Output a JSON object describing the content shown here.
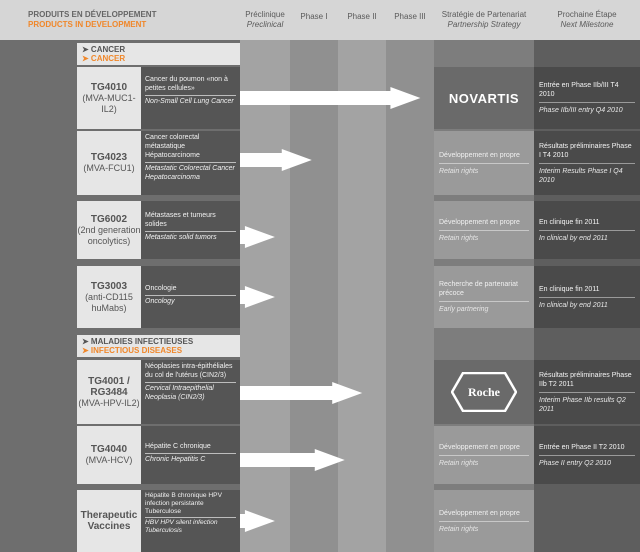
{
  "header": {
    "title_fr": "PRODUITS EN DÉVELOPPEMENT",
    "title_en": "PRODUCTS IN DEVELOPMENT",
    "col_preclinical_fr": "Préclinique",
    "col_preclinical_en": "Preclinical",
    "col_phase1": "Phase I",
    "col_phase2": "Phase II",
    "col_phase3": "Phase III",
    "col_strategy_fr": "Stratégie de Partenariat",
    "col_strategy_en": "Partnership Strategy",
    "col_milestone_fr": "Prochaine Étape",
    "col_milestone_en": "Next Milestone"
  },
  "sections": {
    "cancer": {
      "fr": "➤ CANCER",
      "en": "➤ CANCER"
    },
    "infectious": {
      "fr": "➤ MALADIES INFECTIEUSES",
      "en": "➤ INFECTIOUS DISEASES"
    }
  },
  "products": [
    {
      "name": "TG4010",
      "code": "(MVA-MUC1-IL2)",
      "ind_fr": "Cancer du poumon «non à petites cellules»",
      "ind_en": "Non-Small Cell Lung Cancer",
      "strat_fr": "",
      "strat_en": "",
      "partner": "NOVARTIS",
      "mile_fr": "Entrée en Phase IIb/III T4 2010",
      "mile_en": "Phase IIb/III entry Q4 2010",
      "progress": 0.93
    },
    {
      "name": "TG4023",
      "code": "(MVA-FCU1)",
      "ind_fr": "Cancer colorectal métastatique Hépatocarcinome",
      "ind_en": "Metastatic Colorectal Cancer Hepatocarcinoma",
      "strat_fr": "Développement en propre",
      "strat_en": "Retain rights",
      "partner": "",
      "mile_fr": "Résultats préliminaires Phase I T4 2010",
      "mile_en": "Interim Results Phase I Q4 2010",
      "progress": 0.37
    },
    {
      "name": "TG6002",
      "code": "(2nd generation oncolytics)",
      "ind_fr": "Métastases et tumeurs solides",
      "ind_en": "Metastatic solid tumors",
      "strat_fr": "Développement en propre",
      "strat_en": "Retain rights",
      "partner": "",
      "mile_fr": "En clinique fin 2011",
      "mile_en": "In clinical by end 2011",
      "progress": 0.18
    },
    {
      "name": "TG3003",
      "code": "(anti-CD115 huMabs)",
      "ind_fr": "Oncologie",
      "ind_en": "Oncology",
      "strat_fr": "Recherche de partenariat précoce",
      "strat_en": "Early partnering",
      "partner": "",
      "mile_fr": "En clinique fin 2011",
      "mile_en": "In clinical by end 2011",
      "progress": 0.18
    },
    {
      "name": "TG4001 / RG3484",
      "code": "(MVA-HPV-IL2)",
      "ind_fr": "Néoplasies intra-épithéliales du col de l'utérus (CIN2/3)",
      "ind_en": "Cervical Intraepithelial Neoplasia (CIN2/3)",
      "strat_fr": "",
      "strat_en": "",
      "partner": "Roche",
      "mile_fr": "Résultats préliminaires Phase IIb T2 2011",
      "mile_en": "Interim Phase IIb results Q2 2011",
      "progress": 0.63
    },
    {
      "name": "TG4040",
      "code": "(MVA-HCV)",
      "ind_fr": "Hépatite C chronique",
      "ind_en": "Chronic Hepatitis C",
      "strat_fr": "Développement en propre",
      "strat_en": "Retain rights",
      "partner": "",
      "mile_fr": "Entrée en Phase II T2 2010",
      "mile_en": "Phase II entry Q2 2010",
      "progress": 0.54
    },
    {
      "name": "Therapeutic Vaccines",
      "code": "",
      "ind_fr": "Hépatite B chronique HPV infection persistante Tuberculose",
      "ind_en": "HBV HPV silent infection Tuberculosis",
      "strat_fr": "Développement en propre",
      "strat_en": "Retain rights",
      "partner": "",
      "mile_fr": "",
      "mile_en": "",
      "progress": 0.18
    }
  ]
}
